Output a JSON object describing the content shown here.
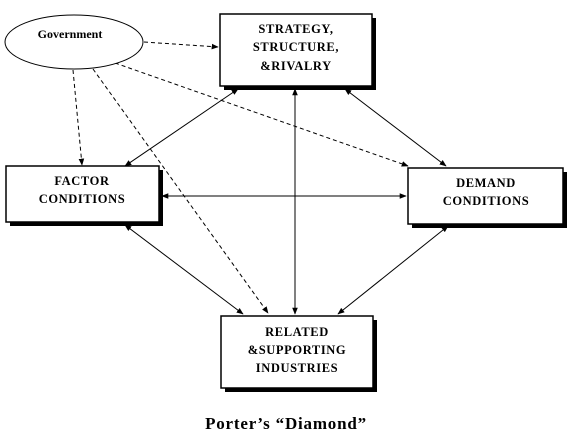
{
  "nodes": {
    "strategy": {
      "lines": [
        "STRATEGY,",
        "STRUCTURE,",
        "&RIVALRY"
      ]
    },
    "factor": {
      "lines": [
        "FACTOR",
        "CONDITIONS"
      ]
    },
    "demand": {
      "lines": [
        "DEMAND",
        "CONDITIONS"
      ]
    },
    "related": {
      "lines": [
        "RELATED",
        "&SUPPORTING",
        "INDUSTRIES"
      ]
    },
    "government": {
      "label": "Government"
    }
  },
  "caption": "Porter’s “Diamond”"
}
